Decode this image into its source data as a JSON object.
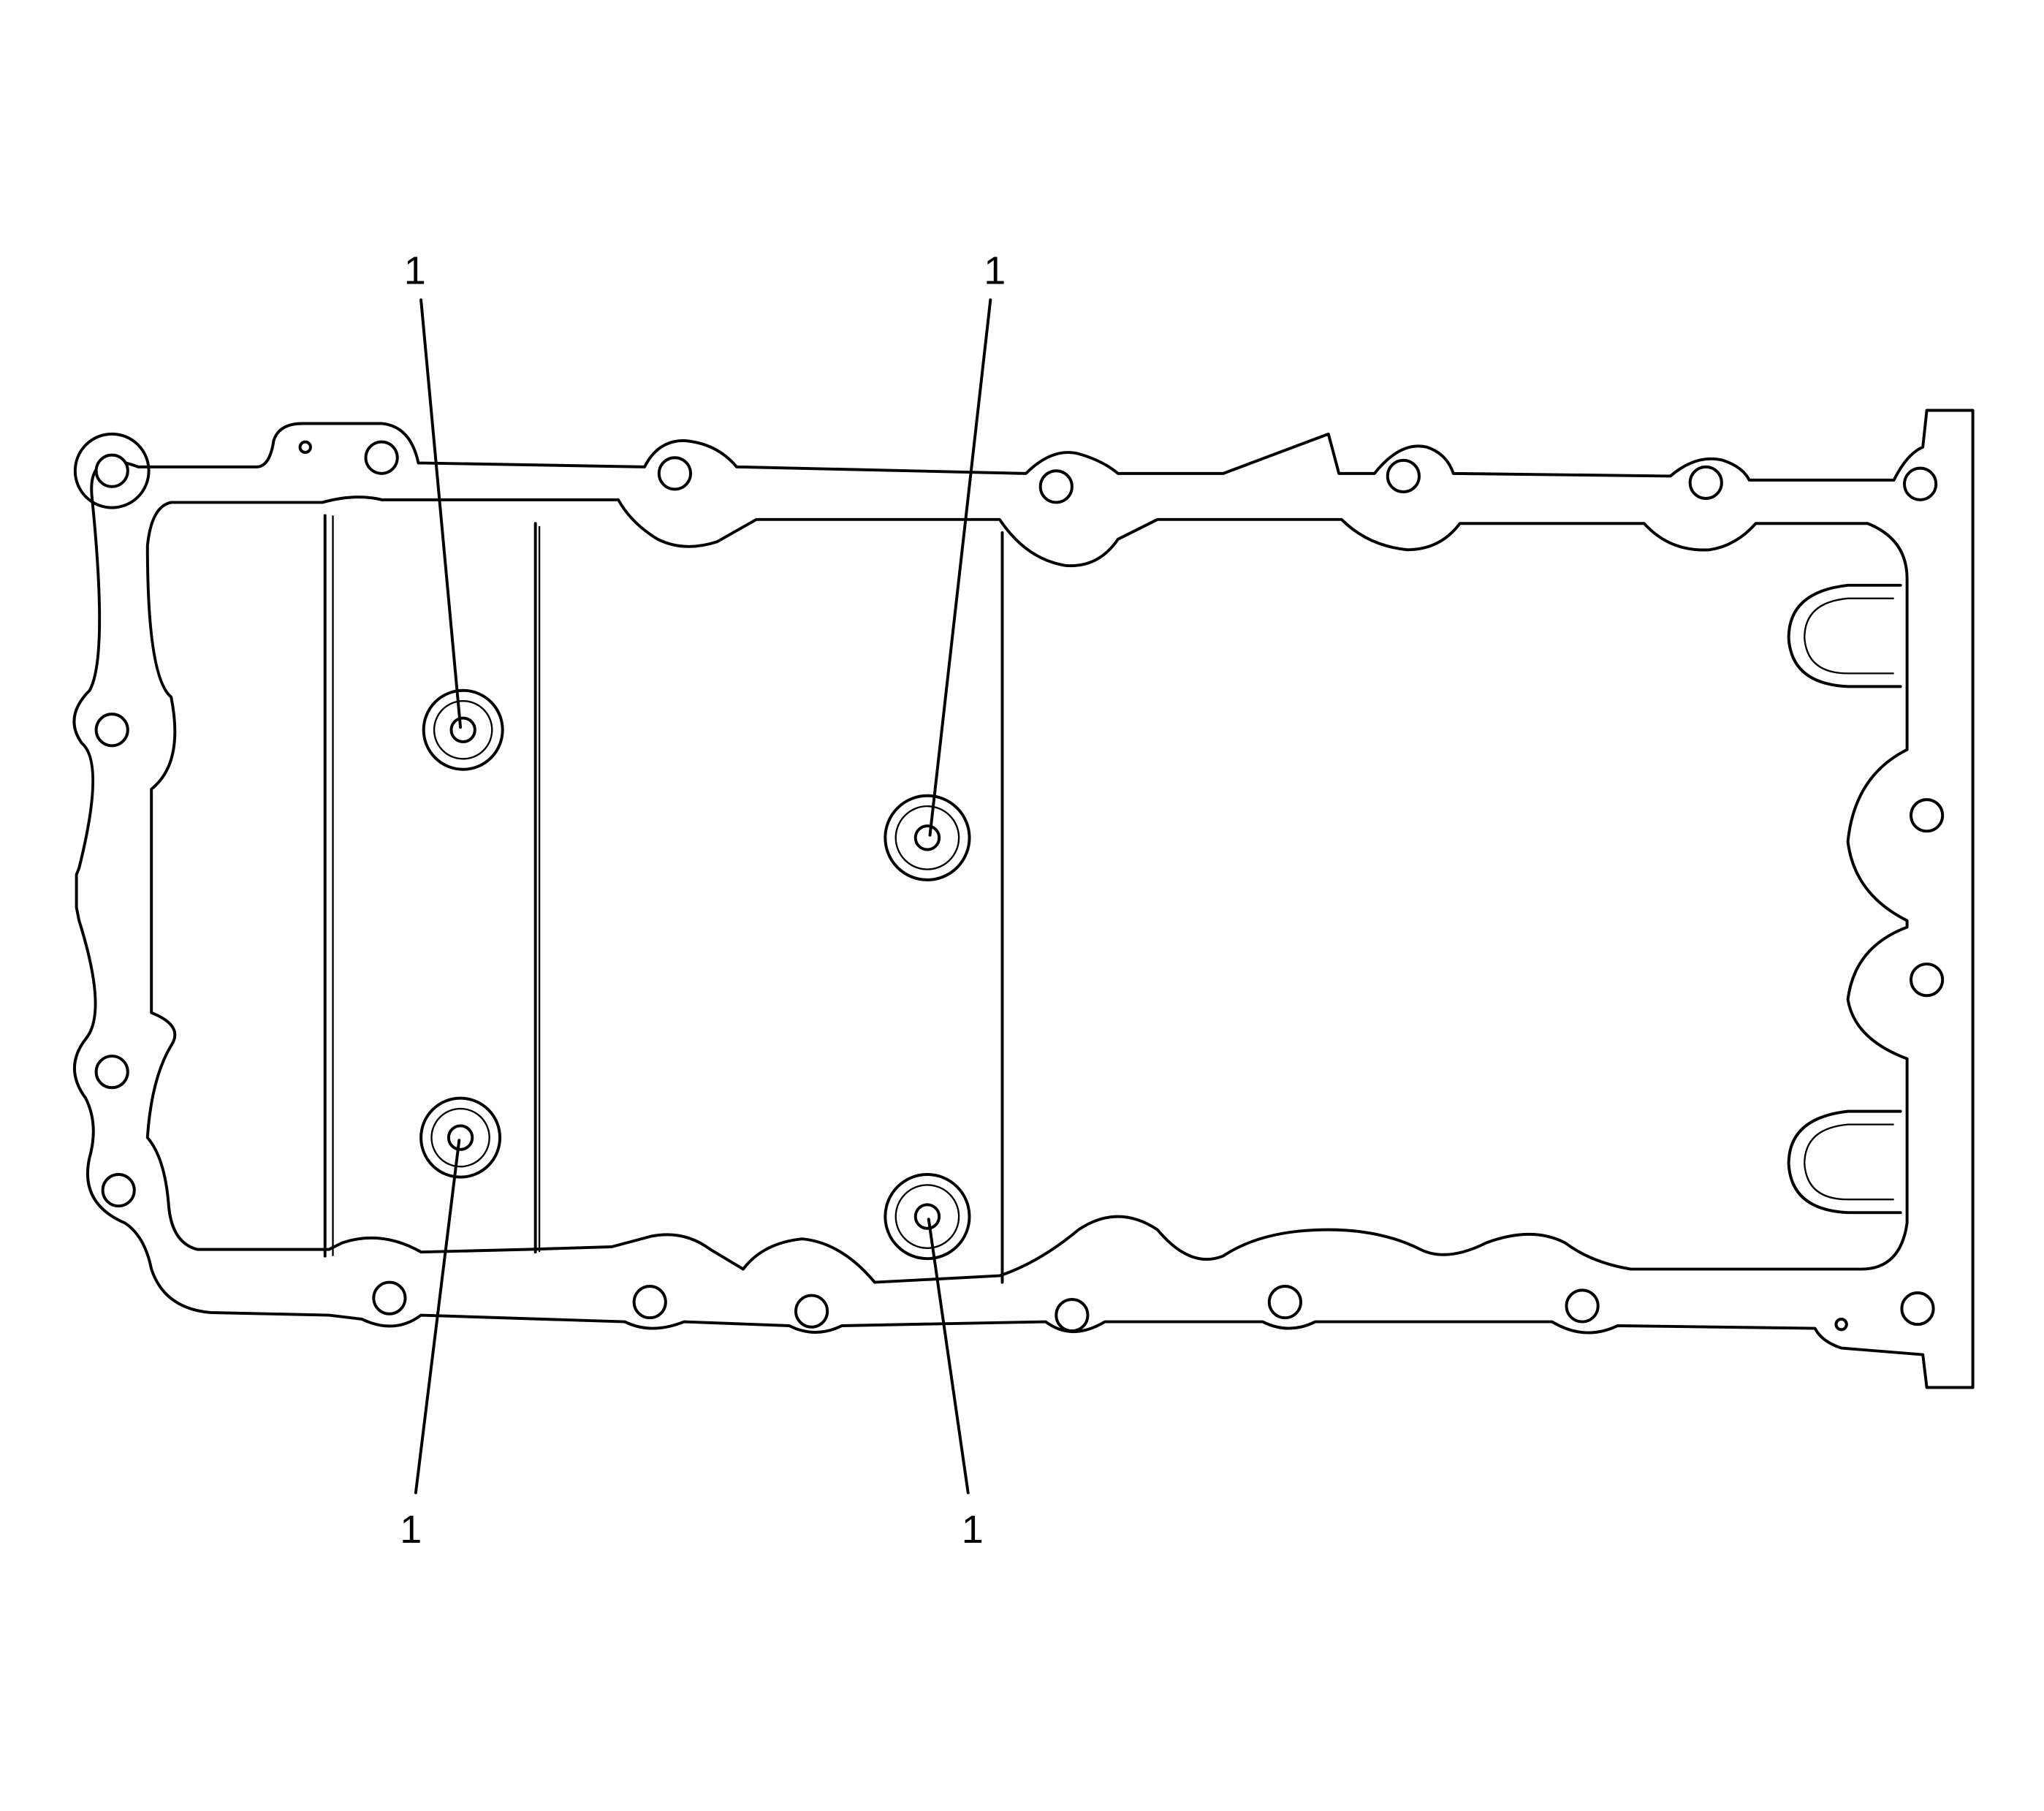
{
  "diagram": {
    "callouts": [
      {
        "label": "1",
        "target": "upper-left-boss"
      },
      {
        "label": "1",
        "target": "upper-center-boss"
      },
      {
        "label": "1",
        "target": "lower-left-boss"
      },
      {
        "label": "1",
        "target": "lower-center-boss"
      }
    ],
    "line_color": "#000000",
    "background": "#ffffff"
  }
}
